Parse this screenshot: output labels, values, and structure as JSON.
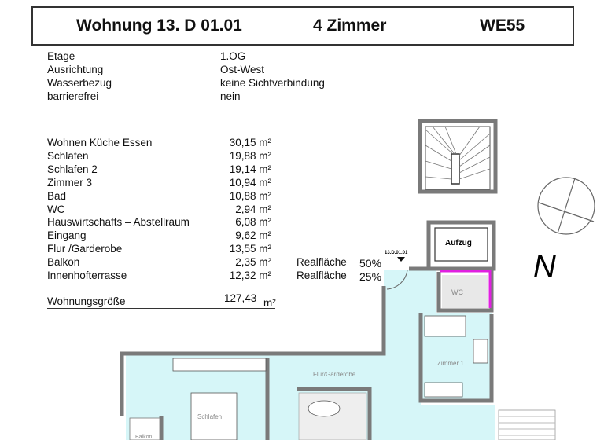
{
  "header": {
    "title": "Wohnung 13. D 01.01",
    "rooms": "4 Zimmer",
    "unit": "WE55"
  },
  "info": [
    {
      "label": "Etage",
      "value": "1.OG"
    },
    {
      "label": "Ausrichtung",
      "value": "Ost-West"
    },
    {
      "label": "Wasserbezug",
      "value": "keine Sichtverbindung"
    },
    {
      "label": "barrierefrei",
      "value": "nein"
    }
  ],
  "areas": [
    {
      "label": "Wohnen Küche Essen",
      "value": "30,15 m²"
    },
    {
      "label": "Schlafen",
      "value": "19,88 m²"
    },
    {
      "label": "Schlafen 2",
      "value": "19,14 m²"
    },
    {
      "label": "Zimmer 3",
      "value": "10,94 m²"
    },
    {
      "label": "Bad",
      "value": "10,88 m²"
    },
    {
      "label": "WC",
      "value": "2,94 m²"
    },
    {
      "label": "Hauswirtschafts – Abstellraum",
      "value": "6,08 m²"
    },
    {
      "label": "Eingang",
      "value": "9,62 m²"
    },
    {
      "label": "Flur /Garderobe",
      "value": "13,55 m²"
    },
    {
      "label": "Balkon",
      "value": "2,35 m²",
      "note": "Realfläche",
      "percent": "50%"
    },
    {
      "label": "Innenhofterrasse",
      "value": "12,32 m²",
      "note": "Realfläche",
      "percent": "25%"
    }
  ],
  "total": {
    "label": "Wohnungsgröße",
    "value": "127,43",
    "unit": "m²"
  },
  "plan": {
    "entrance_label": "13.D.01.01",
    "elevator": "Aufzug",
    "wc": "WC",
    "zimmer1": "Zimmer 1",
    "flur": "Flur/Garderobe",
    "schlafen": "Schlafen",
    "balkon": "Balkon",
    "north": "N",
    "room_fill": "#d6f6f8",
    "wall_color": "#7a7a7a",
    "highlight_color": "#e020e0"
  }
}
